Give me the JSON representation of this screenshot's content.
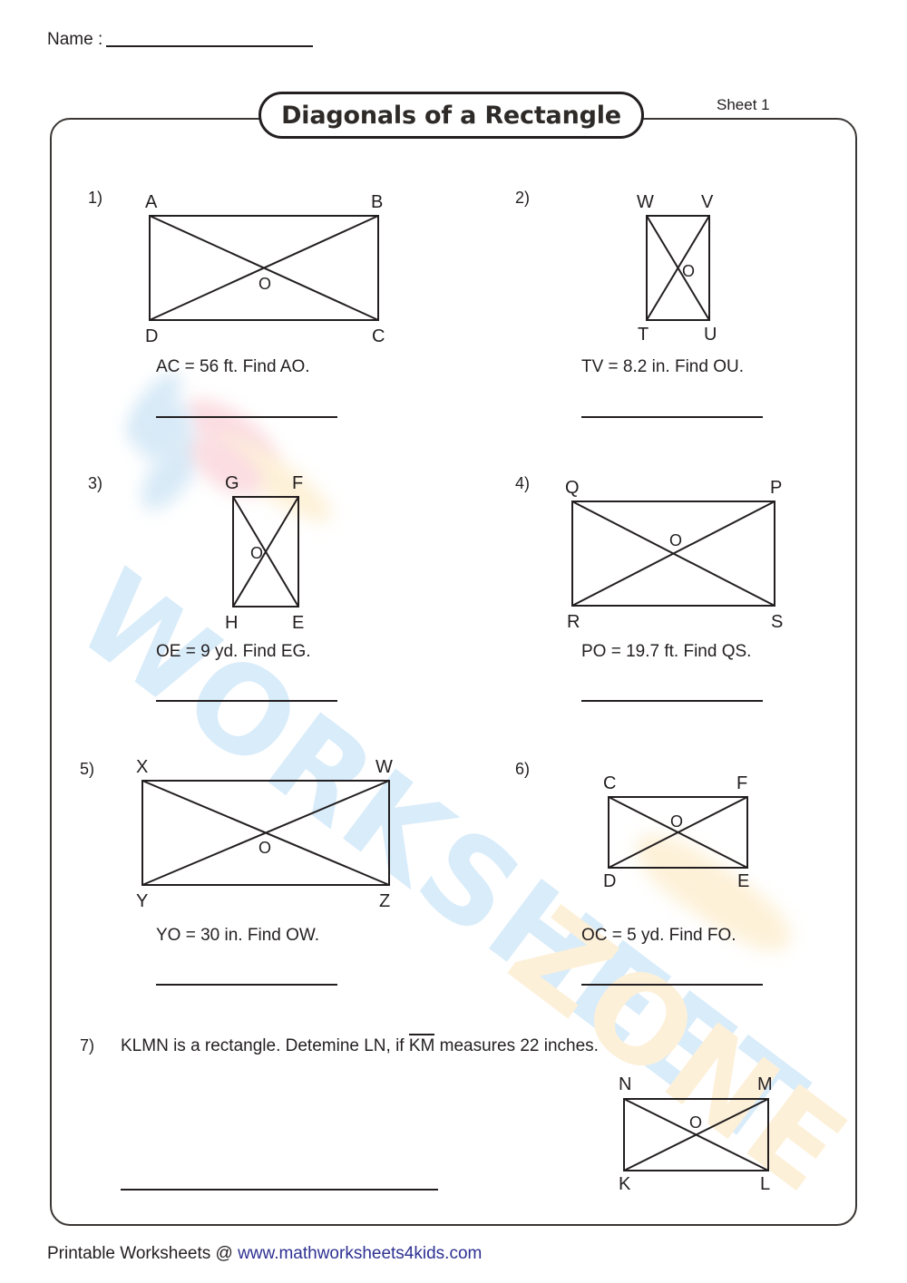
{
  "header": {
    "name_label": "Name :",
    "title": "Diagonals of a Rectangle",
    "sheet_label": "Sheet 1"
  },
  "problems": [
    {
      "number": "1)",
      "vertices": {
        "tl": "A",
        "tr": "B",
        "br": "C",
        "bl": "D"
      },
      "center_label": "O",
      "question": "AC = 56 ft. Find AO."
    },
    {
      "number": "2)",
      "vertices": {
        "tl": "W",
        "tr": "V",
        "br": "U",
        "bl": "T"
      },
      "center_label": "O",
      "question": "TV = 8.2 in. Find OU."
    },
    {
      "number": "3)",
      "vertices": {
        "tl": "G",
        "tr": "F",
        "br": "E",
        "bl": "H"
      },
      "center_label": "O",
      "question": "OE = 9 yd. Find EG."
    },
    {
      "number": "4)",
      "vertices": {
        "tl": "Q",
        "tr": "P",
        "br": "S",
        "bl": "R"
      },
      "center_label": "O",
      "question": "PO = 19.7 ft. Find QS."
    },
    {
      "number": "5)",
      "vertices": {
        "tl": "X",
        "tr": "W",
        "br": "Z",
        "bl": "Y"
      },
      "center_label": "O",
      "question": "YO = 30 in. Find OW."
    },
    {
      "number": "6)",
      "vertices": {
        "tl": "C",
        "tr": "F",
        "br": "E",
        "bl": "D"
      },
      "center_label": "O",
      "question": "OC = 5 yd. Find FO."
    }
  ],
  "problem7": {
    "number": "7)",
    "text_before": "KLMN is a rectangle. Detemine LN, if",
    "overline_segment": "KM",
    "text_after": "measures 22 inches.",
    "vertices": {
      "tl": "N",
      "tr": "M",
      "br": "L",
      "bl": "K"
    },
    "center_label": "O"
  },
  "watermark": {
    "line1": "WORKSHEET",
    "line2": "ZONE",
    "color_blue": "#d9ecfa",
    "color_cream": "#fdf0d9"
  },
  "footer": {
    "prefix": "Printable Worksheets @ ",
    "url": "www.mathworksheets4kids.com",
    "url_color": "#2e3192"
  }
}
